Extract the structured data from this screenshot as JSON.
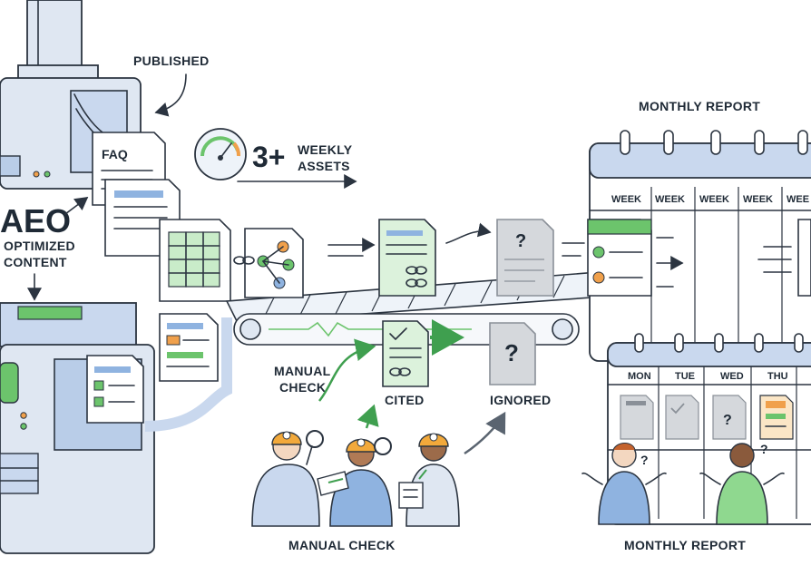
{
  "labels": {
    "published": "PUBLISHED",
    "aeo": "AEO",
    "optimized_line1": "OPTIMIZED",
    "optimized_line2": "CONTENT",
    "faq": "FAQ",
    "weekly_count": "3+",
    "weekly_line1": "WEEKLY",
    "weekly_line2": "ASSETS",
    "monthly_report_top": "MONTHLY REPORT",
    "manual_check_line1": "MANUAL",
    "manual_check_line2": "CHECK",
    "cited": "CITED",
    "ignored": "IGNORED",
    "manual_check_caption": "MANUAL CHECK",
    "monthly_report_caption": "MONTHLY REPORT"
  },
  "calendar_top": {
    "columns": [
      "WEEK",
      "WEEK",
      "WEEK",
      "WEEK",
      "WEE"
    ]
  },
  "calendar_bottom": {
    "columns": [
      "MON",
      "TUE",
      "WED",
      "THU"
    ]
  },
  "colors": {
    "accent_blue": "#8fb3e0",
    "accent_green": "#6cc46c",
    "accent_orange": "#f0a04b",
    "helmet": "#f2a93b",
    "ink": "#2b3440"
  },
  "icons": [
    "gauge-icon",
    "share-network-icon",
    "link-icon",
    "magnifier-icon",
    "question-icon",
    "checkmark-icon"
  ]
}
